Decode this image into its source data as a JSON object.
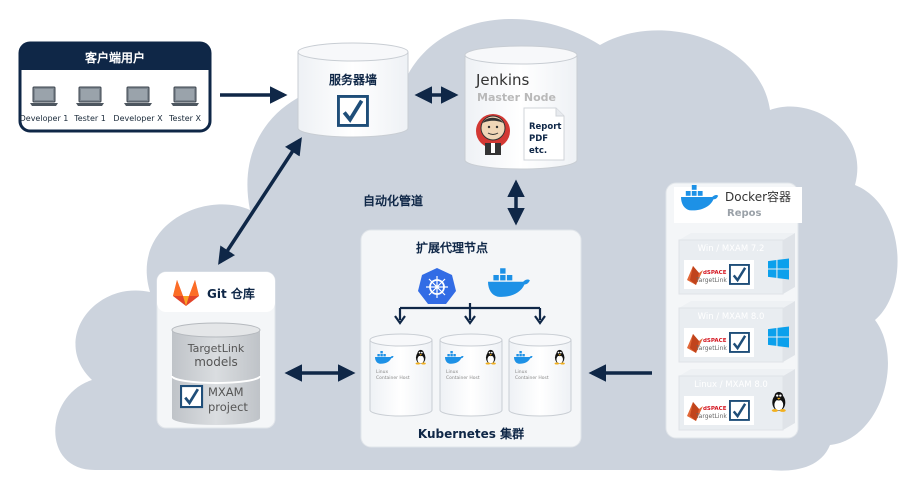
{
  "client": {
    "title": "客户端用户",
    "users": [
      "Developer 1",
      "Tester 1",
      "Developer X",
      "Tester X"
    ]
  },
  "firewall": {
    "label": "服务器墙"
  },
  "jenkins": {
    "title": "Jenkins",
    "subtitle": "Master Node",
    "report": [
      "Report",
      "PDF",
      "etc."
    ]
  },
  "pipeline_label": "自动化管道",
  "git": {
    "title": "Git 仓库",
    "repo1": [
      "TargetLink",
      "models"
    ],
    "repo2": [
      "MXAM",
      "project"
    ]
  },
  "agents": {
    "title": "扩展代理节点",
    "cluster_label": "Kubernetes 集群",
    "containers": [
      {
        "line1": "Linux",
        "line2": "Container Host"
      },
      {
        "line1": "Linux",
        "line2": "Container Host"
      },
      {
        "line1": "Linux",
        "line2": "Container Host"
      }
    ]
  },
  "docker": {
    "title": "Docker容器",
    "subtitle": "Repos",
    "images": [
      {
        "label": "Win / MXAM 7.2",
        "brand": "dSPACE",
        "product": "TargetLink"
      },
      {
        "label": "Win / MXAM 8.0",
        "brand": "dSPACE",
        "product": "TargetLink"
      },
      {
        "label": "Linux / MXAM 8.0",
        "brand": "dSPACE",
        "product": "TargetLink"
      }
    ]
  },
  "colors": {
    "cloud": "#ccd3dd",
    "navy": "#0f2747",
    "arrow": "#0f2747",
    "docker_blue": "#1d91e6",
    "k8s_blue": "#326ce5",
    "gitlab_orange": "#e2432a",
    "jenkins_red": "#d33833",
    "windows_blue": "#0ba0ec",
    "mxam_blue": "#1f4e79"
  }
}
